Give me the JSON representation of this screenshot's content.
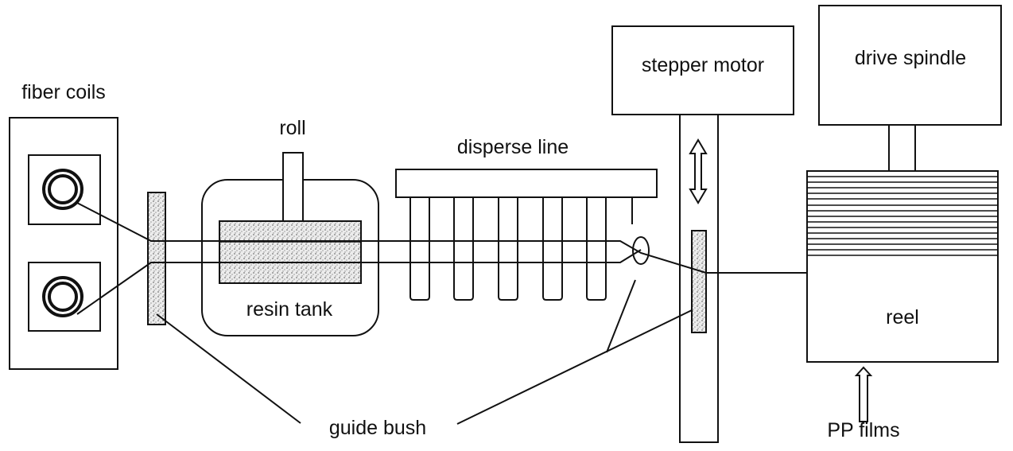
{
  "labels": {
    "fiber_coils": "fiber coils",
    "roll": "roll",
    "disperse_line": "disperse line",
    "resin_tank": "resin tank",
    "stepper_motor": "stepper motor",
    "drive_spindle": "drive spindle",
    "reel": "reel",
    "guide_bush": "guide bush",
    "pp_films": "PP films"
  }
}
